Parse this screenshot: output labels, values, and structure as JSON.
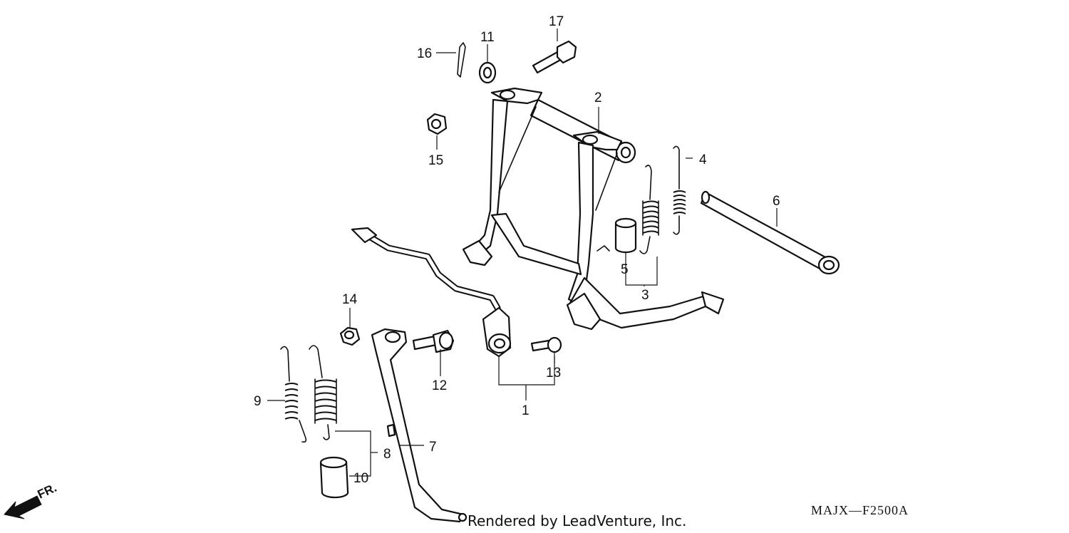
{
  "callouts": {
    "c1": "1",
    "c2": "2",
    "c3": "3",
    "c4": "4",
    "c5": "5",
    "c6": "6",
    "c7": "7",
    "c8": "8",
    "c9": "9",
    "c10": "10",
    "c11": "11",
    "c12": "12",
    "c13": "13",
    "c14": "14",
    "c15": "15",
    "c16": "16",
    "c17": "17"
  },
  "direction_label": "FR.",
  "credit": "Rendered by LeadVenture, Inc.",
  "diagram_code": "MAJX—F2500A"
}
